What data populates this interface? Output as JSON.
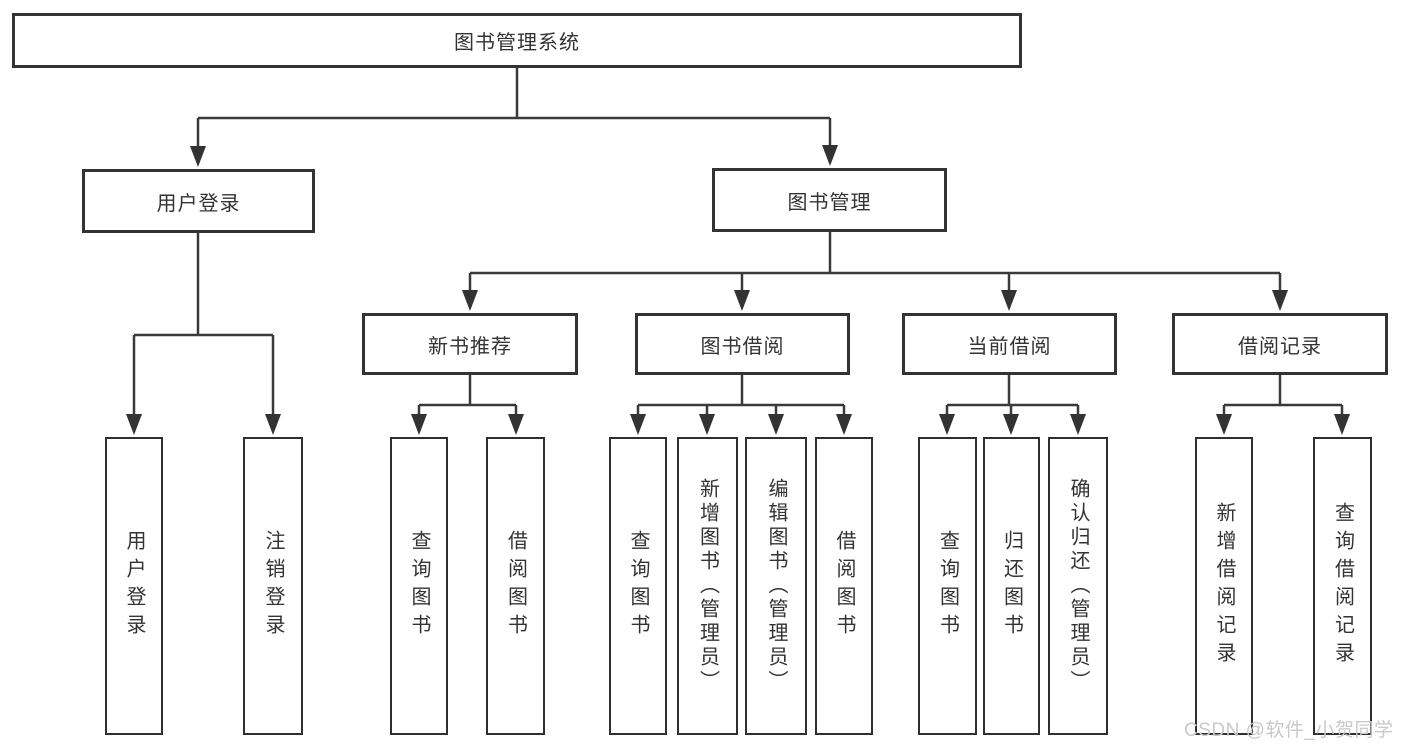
{
  "diagram": {
    "root": {
      "label": "图书管理系统"
    },
    "branches": {
      "user_login": {
        "label": "用户登录",
        "children": [
          {
            "label": "用户登录"
          },
          {
            "label": "注销登录"
          }
        ]
      },
      "book_management": {
        "label": "图书管理",
        "children": {
          "new_book_recommend": {
            "label": "新书推荐",
            "children": [
              {
                "label": "查询图书"
              },
              {
                "label": "借阅图书"
              }
            ]
          },
          "book_borrow": {
            "label": "图书借阅",
            "children": [
              {
                "label": "查询图书"
              },
              {
                "label": "新增图书（管理员）"
              },
              {
                "label": "编辑图书（管理员）"
              },
              {
                "label": "借阅图书"
              }
            ]
          },
          "current_borrow": {
            "label": "当前借阅",
            "children": [
              {
                "label": "查询图书"
              },
              {
                "label": "归还图书"
              },
              {
                "label": "确认归还（管理员）"
              }
            ]
          },
          "borrow_records": {
            "label": "借阅记录",
            "children": [
              {
                "label": "新增借阅记录"
              },
              {
                "label": "查询借阅记录"
              }
            ]
          }
        }
      }
    },
    "colors": {
      "line": "#3a3a3a",
      "text": "#333333",
      "box_background": "#ffffff",
      "watermark": "#c9c9c9"
    }
  },
  "watermark": {
    "text": "CSDN @软件_小贺同学"
  }
}
